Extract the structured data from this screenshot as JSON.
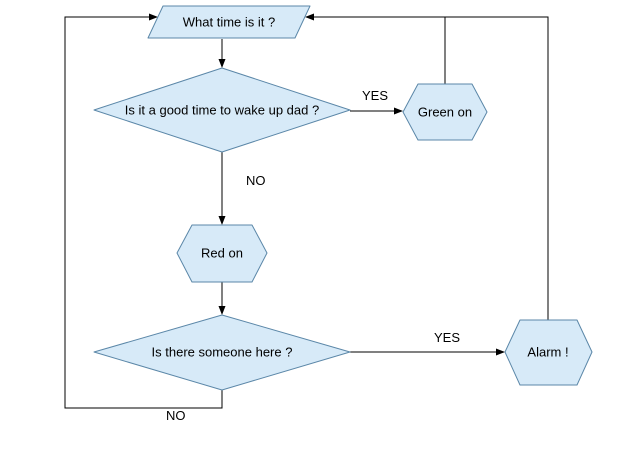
{
  "diagram": {
    "type": "flowchart",
    "nodes": {
      "start": {
        "label": "What time is it ?",
        "shape": "parallelogram"
      },
      "decision1": {
        "label": "Is it a good time to wake up dad ?",
        "shape": "diamond"
      },
      "green": {
        "label": "Green on",
        "shape": "hexagon"
      },
      "red": {
        "label": "Red on",
        "shape": "hexagon"
      },
      "decision2": {
        "label": "Is there someone here ?",
        "shape": "diamond"
      },
      "alarm": {
        "label": "Alarm !",
        "shape": "hexagon"
      }
    },
    "edges": [
      {
        "from": "start",
        "to": "decision1",
        "label": ""
      },
      {
        "from": "decision1",
        "to": "green",
        "label": "YES"
      },
      {
        "from": "decision1",
        "to": "red",
        "label": "NO"
      },
      {
        "from": "green",
        "to": "start",
        "label": ""
      },
      {
        "from": "red",
        "to": "decision2",
        "label": ""
      },
      {
        "from": "decision2",
        "to": "alarm",
        "label": "YES"
      },
      {
        "from": "decision2",
        "to": "start",
        "label": "NO"
      },
      {
        "from": "alarm",
        "to": "start",
        "label": ""
      }
    ],
    "edge_labels": {
      "decision1_yes": "YES",
      "decision1_no": "NO",
      "decision2_yes": "YES",
      "decision2_no": "NO"
    },
    "colors": {
      "node_fill": "#d7eaf8",
      "node_stroke": "#5b87a8",
      "line": "#000000",
      "text": "#000000",
      "background": "#ffffff"
    }
  }
}
